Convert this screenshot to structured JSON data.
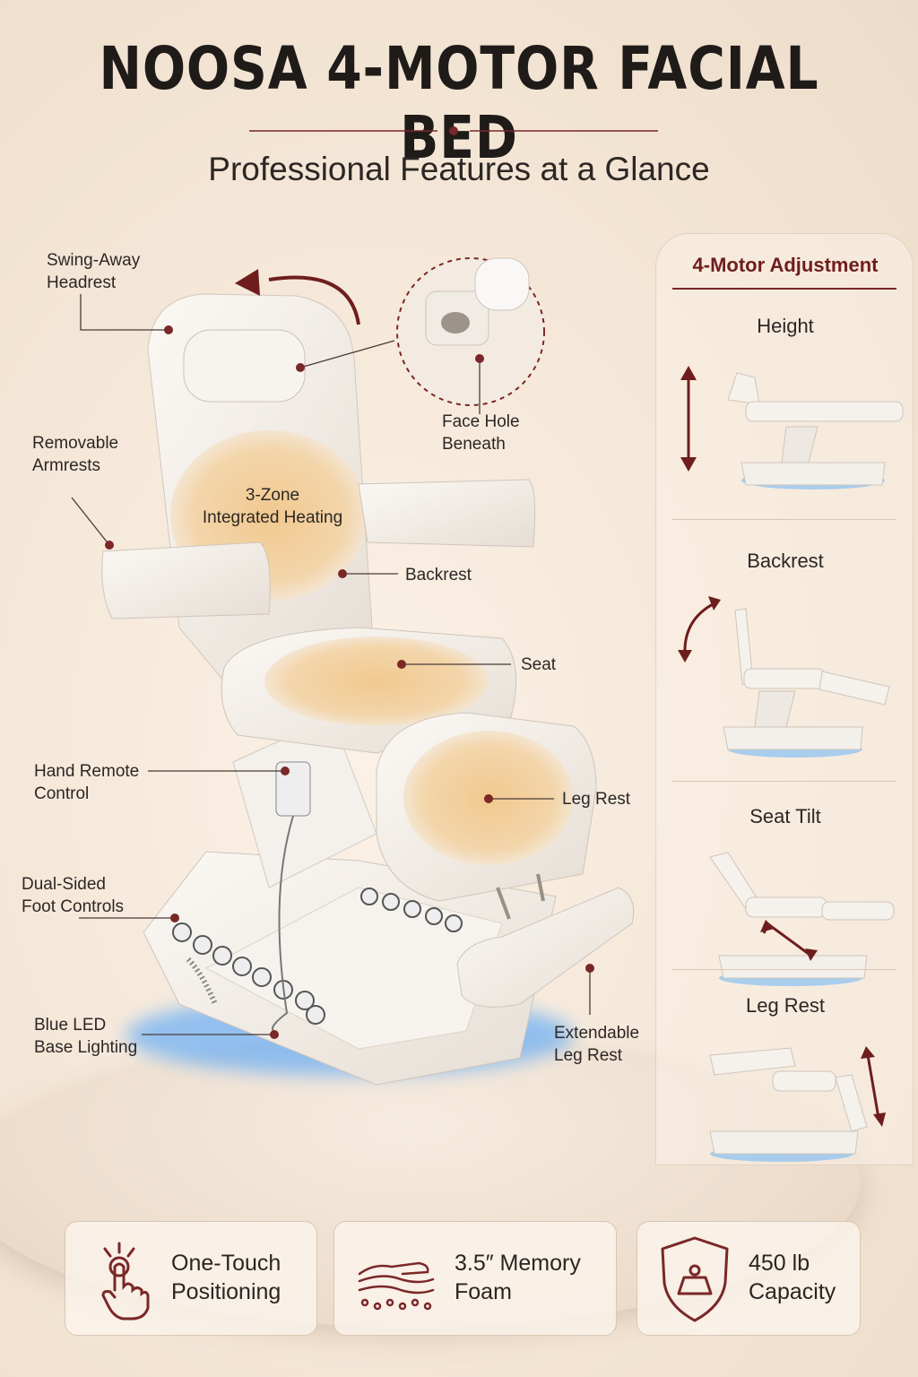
{
  "header": {
    "title": "NOOSA 4-MOTOR FACIAL BED",
    "subtitle": "Professional Features at a Glance"
  },
  "callouts": {
    "headrest": [
      "Swing-Away",
      "Headrest"
    ],
    "face_hole": [
      "Face Hole",
      "Beneath"
    ],
    "armrests": [
      "Removable",
      "Armrests"
    ],
    "heating": [
      "3-Zone",
      "Integrated Heating"
    ],
    "backrest": "Backrest",
    "seat": "Seat",
    "remote": [
      "Hand Remote",
      "Control"
    ],
    "leg_rest": "Leg Rest",
    "foot_controls": [
      "Dual-Sided",
      "Foot Controls"
    ],
    "led": [
      "Blue LED",
      "Base Lighting"
    ],
    "extendable": [
      "Extendable",
      "Leg Rest"
    ]
  },
  "adjustment_panel": {
    "title": "4-Motor Adjustment",
    "sections": [
      "Height",
      "Backrest",
      "Seat Tilt",
      "Leg Rest"
    ]
  },
  "features": [
    {
      "icon": "touch-hand-icon",
      "lines": [
        "One-Touch",
        "Positioning"
      ]
    },
    {
      "icon": "memory-foam-icon",
      "lines": [
        "3.5″ Memory",
        "Foam"
      ]
    },
    {
      "icon": "weight-shield-icon",
      "lines": [
        "450 lb",
        "Capacity"
      ]
    }
  ],
  "colors": {
    "accent": "#7a2727",
    "background": "#f4e6d6",
    "upholstery": "#f3eee8",
    "heat_zone": "#f2c98c",
    "led_glow": "#4aa8ff"
  }
}
